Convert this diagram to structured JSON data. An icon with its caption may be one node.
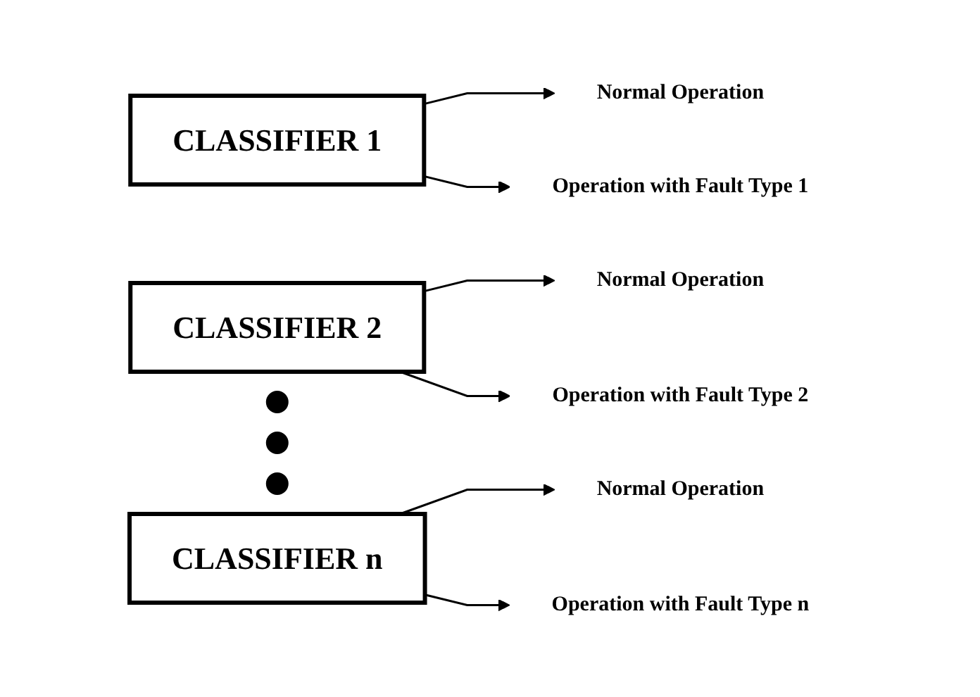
{
  "diagram": {
    "nodes": [
      {
        "text": [
          "CLASSIFIER 1"
        ]
      },
      {
        "text": [
          "Normal Operation"
        ]
      },
      {
        "text": [
          "Operation with Fault Type 1"
        ]
      },
      {
        "text": [
          "CLASSIFIER 2"
        ]
      },
      {
        "text": [
          "Normal Operation"
        ]
      },
      {
        "text": [
          "Operation with Fault Type 2"
        ]
      },
      {
        "text": [],
        "shape": "circle"
      },
      {
        "text": [],
        "shape": "circle"
      },
      {
        "text": [],
        "shape": "circle"
      },
      {
        "text": [
          "CLASSIFIER n"
        ]
      },
      {
        "text": [
          "Normal Operation"
        ]
      },
      {
        "text": [
          "Operation with Fault Type n"
        ]
      }
    ],
    "edges": [
      {
        "from": 0,
        "to": 1,
        "arrow": "to"
      },
      {
        "from": 0,
        "to": 2,
        "arrow": "to"
      },
      {
        "from": 3,
        "to": 4,
        "arrow": "to"
      },
      {
        "from": 3,
        "to": 5,
        "arrow": "to"
      },
      {
        "from": 9,
        "to": 10,
        "arrow": "to"
      },
      {
        "from": 9,
        "to": 11,
        "arrow": "to"
      }
    ]
  }
}
